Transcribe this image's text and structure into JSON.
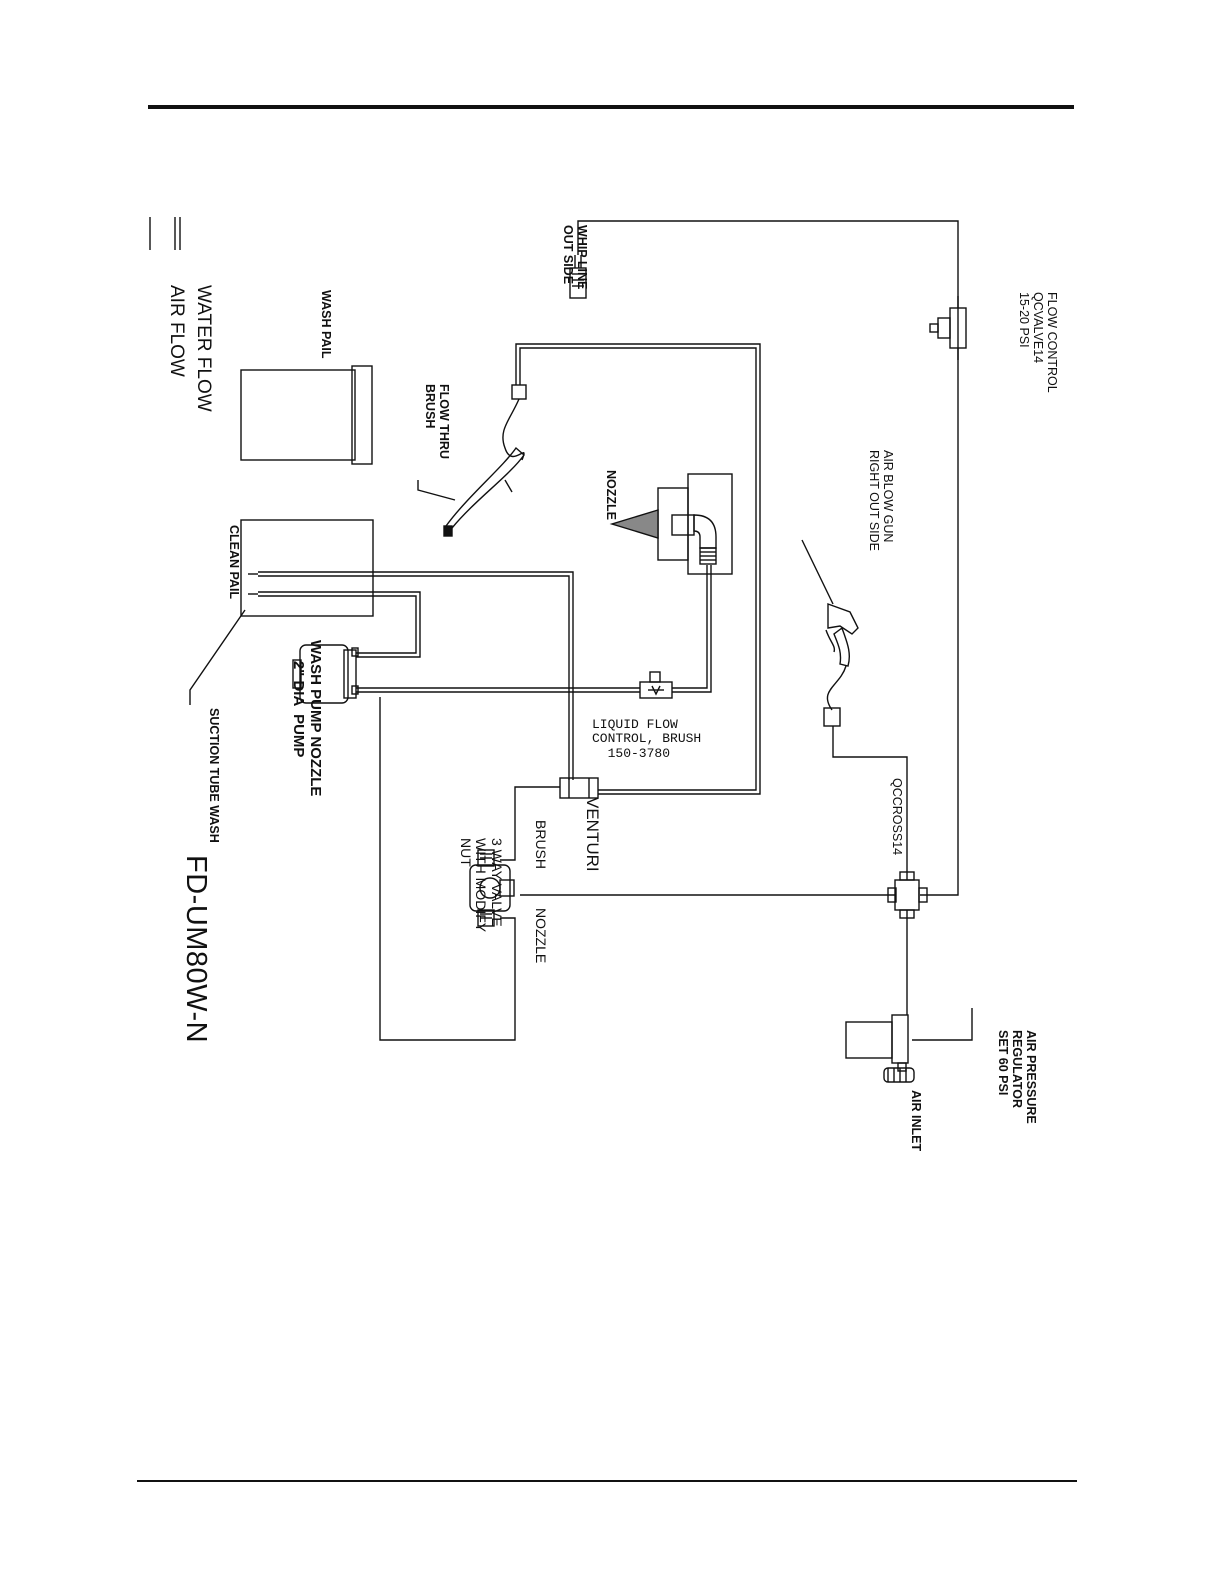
{
  "legend": {
    "water_flow": "WATER FLOW",
    "air_flow": "AIR FLOW"
  },
  "title": "FD-UM80W-N",
  "labels": {
    "whip_line": "WHIP LINE\nOUT SIDE",
    "flow_control": "FLOW CONTROL\nQCVALVE14\n15-20 PSI",
    "wash_pail": "WASH PAIL",
    "flow_thru_brush": "FLOW THRU\nBRUSH",
    "nozzle_top": "NOZZLE",
    "air_blow_gun": "AIR BLOW GUN\nRIGHT OUT SIDE",
    "clean_pail": "CLEAN PAIL",
    "wash_pump": "WASH PUMP NOZZLE\n     2\" DIA  PUMP",
    "suction_tube": "SUCTION TUBE WASH",
    "liquid_flow": "LIQUID FLOW\nCONTROL, BRUSH\n  150-3780",
    "venturi": "VENTURI",
    "qccross": "QCCROSS14",
    "brush": "BRUSH",
    "three_way": "3 WAY VALVE\nWITH MODIFY\nNUT",
    "nozzle_bottom": "NOZZLE",
    "air_pressure": "AIR PRESSURE\nREGULATOR\nSET 60 PSI",
    "air_inlet": "AIR INLET"
  }
}
